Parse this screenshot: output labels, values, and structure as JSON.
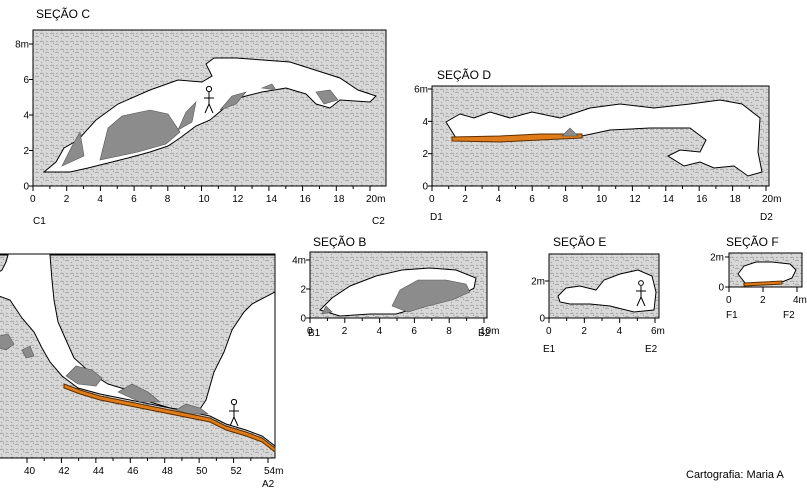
{
  "credit": "Cartografia: Maria A",
  "sections": {
    "C": {
      "title": "SEÇÃO C",
      "start_label": "C1",
      "end_label": "C2",
      "x_ticks": [
        "0",
        "2",
        "4",
        "6",
        "8",
        "10",
        "12",
        "14",
        "16",
        "18",
        "20m"
      ],
      "y_ticks": [
        "0",
        "2",
        "4",
        "6",
        "8m"
      ]
    },
    "D": {
      "title": "SEÇÃO D",
      "start_label": "D1",
      "end_label": "D2",
      "x_ticks": [
        "0",
        "2",
        "4",
        "6",
        "8",
        "10",
        "12",
        "14",
        "16",
        "18",
        "20m"
      ],
      "y_ticks": [
        "0",
        "2",
        "4",
        "6m"
      ]
    },
    "A": {
      "end_label": "A2",
      "x_ticks": [
        "40",
        "42",
        "44",
        "46",
        "48",
        "50",
        "52",
        "54m"
      ]
    },
    "B": {
      "title": "SEÇÃO B",
      "start_label": "B1",
      "end_label": "B2",
      "x_ticks": [
        "0",
        "2",
        "4",
        "6",
        "8",
        "10m"
      ],
      "y_ticks": [
        "0",
        "2",
        "4m"
      ]
    },
    "E": {
      "title": "SEÇÃO E",
      "start_label": "E1",
      "end_label": "E2",
      "x_ticks": [
        "0",
        "2",
        "4",
        "6m"
      ],
      "y_ticks": [
        "0",
        "2m"
      ]
    },
    "F": {
      "title": "SEÇÃO F",
      "start_label": "F1",
      "end_label": "F2",
      "x_ticks": [
        "0",
        "2",
        "4m"
      ],
      "y_ticks": [
        "0",
        "2m"
      ]
    }
  },
  "colors": {
    "rock": "#d6d6d6",
    "cave": "#ffffff",
    "sediment": "#8c8c8c",
    "floor_line": "#e07b1a",
    "outline": "#000000"
  }
}
